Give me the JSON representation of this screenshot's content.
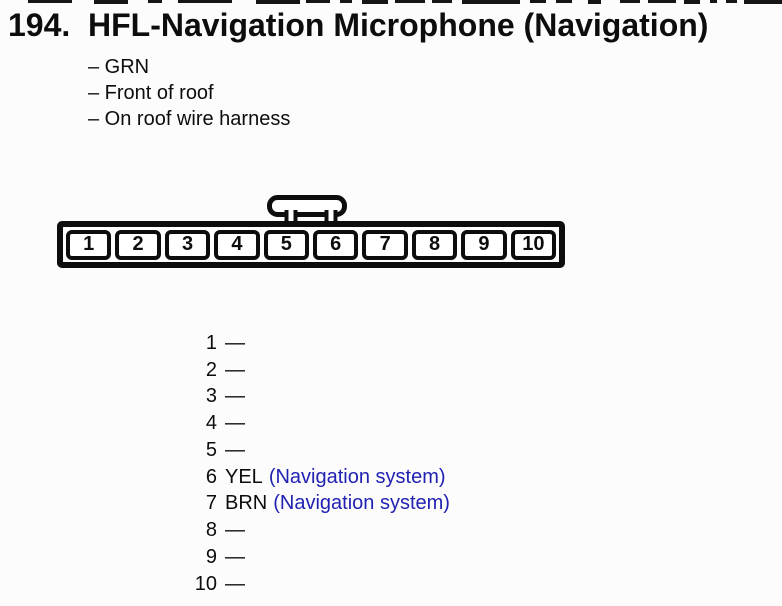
{
  "header": {
    "number": "194.",
    "title": "HFL-Navigation Microphone (Navigation)"
  },
  "notes": [
    "– GRN",
    "– Front of roof",
    "– On roof wire harness"
  ],
  "connector": {
    "pins": [
      "1",
      "2",
      "3",
      "4",
      "5",
      "6",
      "7",
      "8",
      "9",
      "10"
    ]
  },
  "pin_table": {
    "rows": [
      {
        "pin": "1",
        "wire": "—",
        "system": ""
      },
      {
        "pin": "2",
        "wire": "—",
        "system": ""
      },
      {
        "pin": "3",
        "wire": "—",
        "system": ""
      },
      {
        "pin": "4",
        "wire": "—",
        "system": ""
      },
      {
        "pin": "5",
        "wire": "—",
        "system": ""
      },
      {
        "pin": "6",
        "wire": "YEL",
        "system": "(Navigation system)"
      },
      {
        "pin": "7",
        "wire": "BRN",
        "system": "(Navigation system)"
      },
      {
        "pin": "8",
        "wire": "—",
        "system": ""
      },
      {
        "pin": "9",
        "wire": "—",
        "system": ""
      },
      {
        "pin": "10",
        "wire": "—",
        "system": ""
      }
    ]
  },
  "colors": {
    "ink": "#0d0d0d",
    "system_link_blue": "#2121b2",
    "background": "#fcfcfc"
  }
}
